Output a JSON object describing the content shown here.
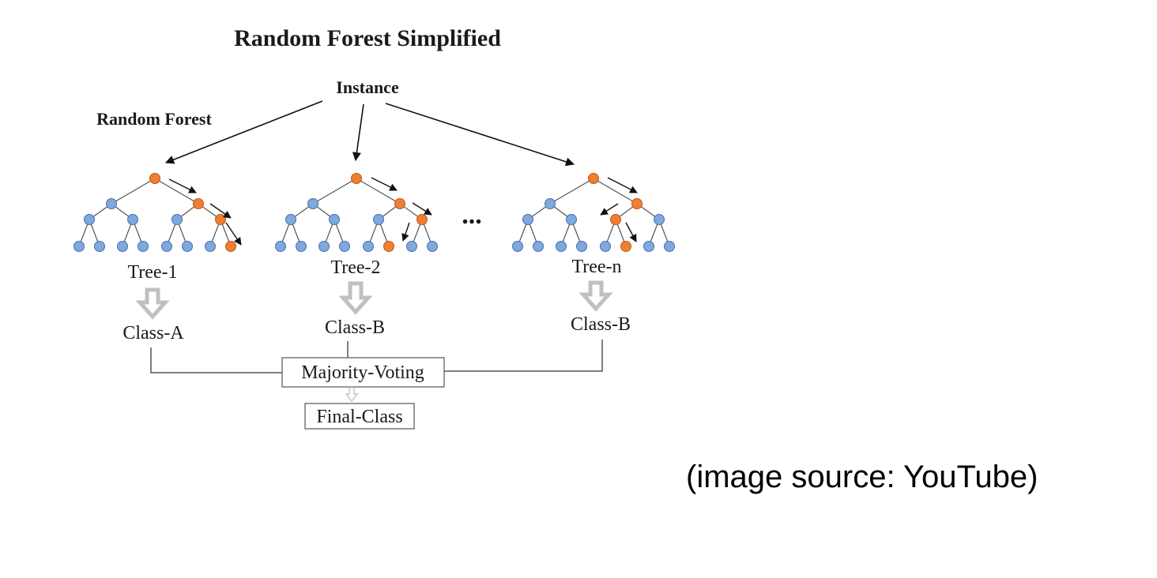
{
  "title": "Random Forest Simplified",
  "root": {
    "label": "Instance"
  },
  "forest_label": "Random Forest",
  "ellipsis": "...",
  "trees": [
    {
      "name": "Tree-1",
      "class_output": "Class-A"
    },
    {
      "name": "Tree-2",
      "class_output": "Class-B"
    },
    {
      "name": "Tree-n",
      "class_output": "Class-B"
    }
  ],
  "vote_box": {
    "label": "Majority-Voting"
  },
  "final_box": {
    "label": "Final-Class"
  },
  "caption": "(image source: YouTube)",
  "colors": {
    "node_blue": "#7fa8e0",
    "node_orange": "#f07f32",
    "node_stroke": "#4a6fa5",
    "edge": "#555555",
    "down_arrow": "#c0c0c0",
    "text": "#1a1a1a"
  }
}
